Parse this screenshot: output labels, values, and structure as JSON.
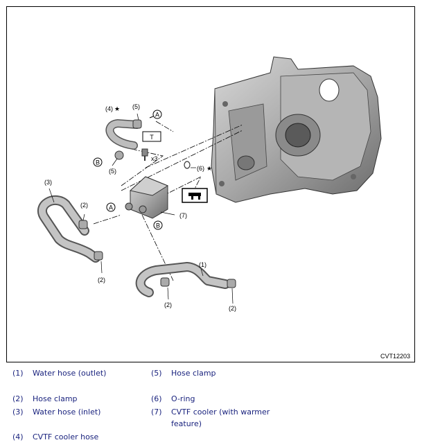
{
  "figure": {
    "code": "CVT12203",
    "callouts": {
      "c1": "(1)",
      "c2a": "(2)",
      "c2b": "(2)",
      "c2c": "(2)",
      "c2d": "(2)",
      "c3": "(3)",
      "c4": "(4)",
      "c5a": "(5)",
      "c5b": "(5)",
      "c6": "(6)",
      "c7": "(7)",
      "star": "★",
      "marker_a": "A",
      "marker_b": "B",
      "torque_box": "T",
      "multiplier": "x3"
    }
  },
  "legend": [
    {
      "num": "(1)",
      "label": "Water hose (outlet)"
    },
    {
      "num": "(2)",
      "label": "Hose clamp"
    },
    {
      "num": "(3)",
      "label": "Water hose (inlet)"
    },
    {
      "num": "(4)",
      "label": "CVTF cooler hose"
    },
    {
      "num": "(5)",
      "label": "Hose clamp"
    },
    {
      "num": "(6)",
      "label": "O-ring"
    },
    {
      "num": "(7)",
      "label": "CVTF cooler (with warmer feature)"
    }
  ]
}
